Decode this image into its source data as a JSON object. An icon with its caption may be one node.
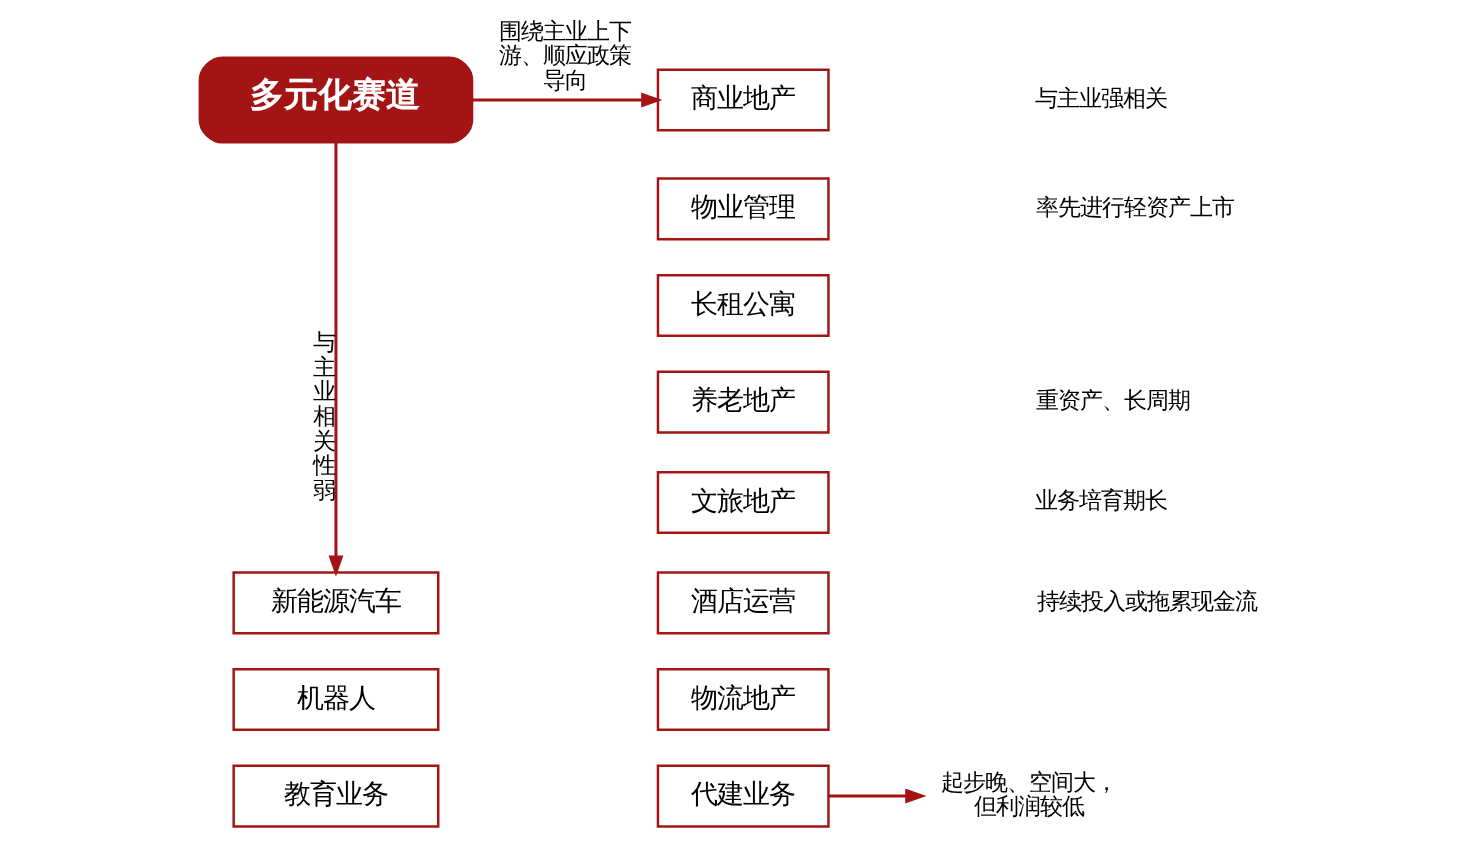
{
  "diagram": {
    "nodes": [
      {
        "text": [
          "多元化赛道"
        ]
      },
      {
        "text": [
          "商业地产"
        ]
      },
      {
        "text": [
          "物业管理"
        ]
      },
      {
        "text": [
          "长租公寓"
        ]
      },
      {
        "text": [
          "养老地产"
        ]
      },
      {
        "text": [
          "文旅地产"
        ]
      },
      {
        "text": [
          "酒店运营"
        ]
      },
      {
        "text": [
          "物流地产"
        ]
      },
      {
        "text": [
          "代建业务"
        ]
      },
      {
        "text": [
          "起步晚、空间大，但利润较低"
        ]
      },
      {
        "text": [
          "新能源汽车"
        ]
      },
      {
        "text": [
          "机器人"
        ]
      },
      {
        "text": [
          "教育业务"
        ]
      }
    ],
    "edges": [
      {
        "from": 0,
        "to": 1,
        "arrow": "to",
        "label": "围绕主业上下游、顺应政策导向"
      },
      {
        "from": 0,
        "to": 10,
        "arrow": "to",
        "label": "与主业相关性弱"
      },
      {
        "from": 8,
        "to": 9,
        "arrow": "to"
      }
    ],
    "labels": [
      "与主业强相关",
      "率先进行轻资产上市",
      "重资产、长周期",
      "业务培育期长",
      "持续投入或拖累现金流"
    ]
  }
}
